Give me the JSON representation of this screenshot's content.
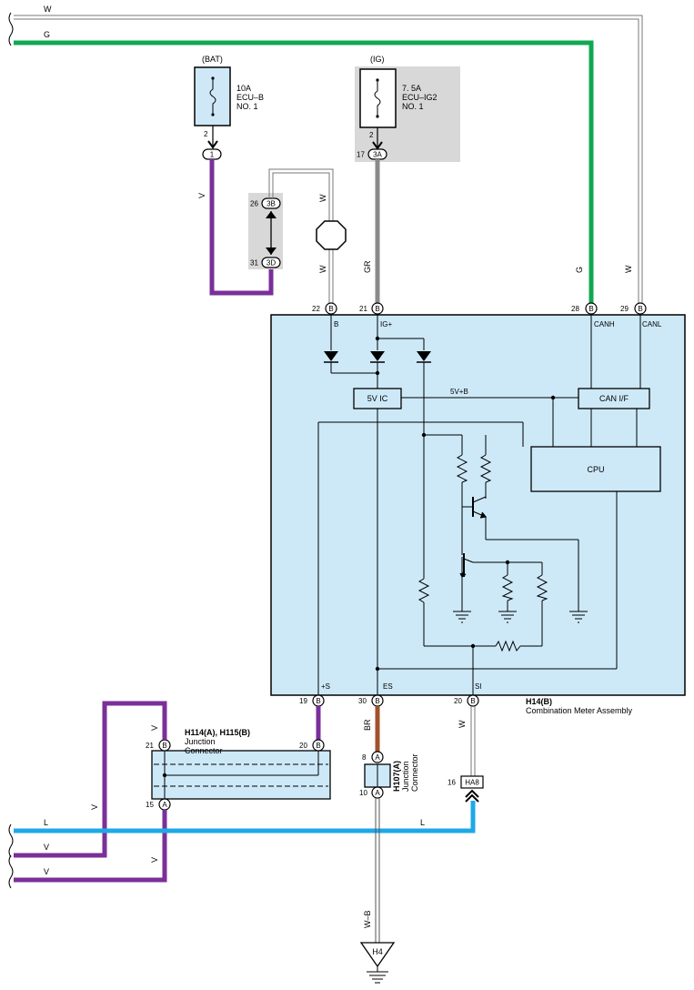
{
  "wires": {
    "top_w": "W",
    "top_g": "G",
    "bat_v": "V",
    "junction_w": "W",
    "loop_w": "W",
    "ig_gr": "GR",
    "canh_g": "G",
    "canl_w": "W",
    "left_v1": "V",
    "left_v2": "V",
    "junction_v": "V",
    "bottom_l": "L",
    "bottom_l_right": "L",
    "bottom_v1": "V",
    "bottom_v2": "V",
    "es_br": "BR",
    "si_w": "W",
    "ground_wb": "W–B"
  },
  "fuses": {
    "bat": {
      "header": "(BAT)",
      "rating": "10A",
      "name": "ECU–B",
      "number": "NO. 1",
      "pin": "2",
      "connector": "1"
    },
    "ig": {
      "header": "(IG)",
      "rating": "7. 5A",
      "name": "ECU–IG2",
      "number": "NO. 1",
      "pin": "2",
      "pin_left": "17",
      "connector": "3A"
    }
  },
  "junction_block": {
    "top_pin": "26",
    "top_conn": "3B",
    "bottom_pin": "31",
    "bottom_conn": "3D"
  },
  "meter": {
    "id": "H14(B)",
    "name": "Combination Meter Assembly",
    "pins_top": [
      {
        "num": "22",
        "letter": "B",
        "label": "B"
      },
      {
        "num": "21",
        "letter": "B",
        "label": "IG+"
      },
      {
        "num": "28",
        "letter": "B",
        "label": "CANH"
      },
      {
        "num": "29",
        "letter": "B",
        "label": "CANL"
      }
    ],
    "pins_bottom": [
      {
        "num": "19",
        "letter": "B",
        "label": "+S"
      },
      {
        "num": "30",
        "letter": "B",
        "label": "ES"
      },
      {
        "num": "20",
        "letter": "B",
        "label": "SI"
      }
    ],
    "blocks": {
      "reg": "5V IC",
      "can": "CAN I/F",
      "cpu": "CPU",
      "bus": "5V+B"
    }
  },
  "junction_conn": {
    "id": "H114(A), H115(B)",
    "sub1": "Junction",
    "sub2": "Connector",
    "pin_tl_num": "21",
    "pin_tl_letter": "B",
    "pin_tr_num": "20",
    "pin_tr_letter": "B",
    "pin_bl_num": "15",
    "pin_bl_letter": "A"
  },
  "h107": {
    "id": "H107(A)",
    "sub1": "Junction",
    "sub2": "Connector",
    "pin_top_num": "8",
    "pin_top_letter": "A",
    "pin_bot_num": "10",
    "pin_bot_letter": "A"
  },
  "ha8": {
    "pin": "16",
    "id": "HA8"
  },
  "ground": {
    "id": "H4"
  }
}
